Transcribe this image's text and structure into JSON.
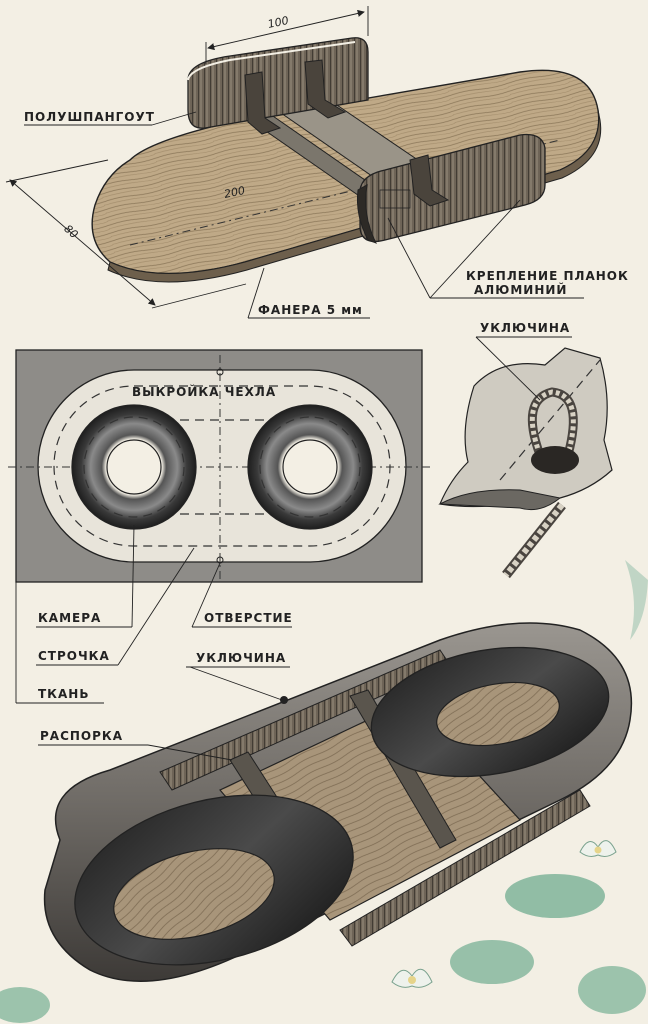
{
  "colors": {
    "paper": "#f3efe4",
    "wood": "#b9a383",
    "ink": "#222222",
    "fabric_gray": "#8c8c8c",
    "tube_dark": "#2e2e2e",
    "leaf_green": "#7fb49a"
  },
  "figure1": {
    "dim_top": "100",
    "dim_length": "200",
    "dim_width": "80",
    "label_half_frame": "ПОЛУШПАНГОУТ",
    "label_fastening": "КРЕПЛЕНИЕ ПЛАНОК",
    "label_aluminium": "АЛЮМИНИЙ",
    "label_plywood": "ФАНЕРА  5 мм"
  },
  "figure2": {
    "label_pattern": "ВЫКРОЙКА  ЧЕХЛА",
    "label_chamber": "КАМЕРА",
    "label_stitch": "СТРОЧКА",
    "label_hole": "ОТВЕРСТИЕ",
    "label_fabric": "ТКАНЬ",
    "label_oarlock": "УКЛЮЧИНА"
  },
  "figure3": {
    "label_oarlock": "УКЛЮЧИНА",
    "label_spreader": "РАСПОРКА"
  },
  "icons": [
    "water-lily-icon",
    "lily-pad-icon"
  ]
}
